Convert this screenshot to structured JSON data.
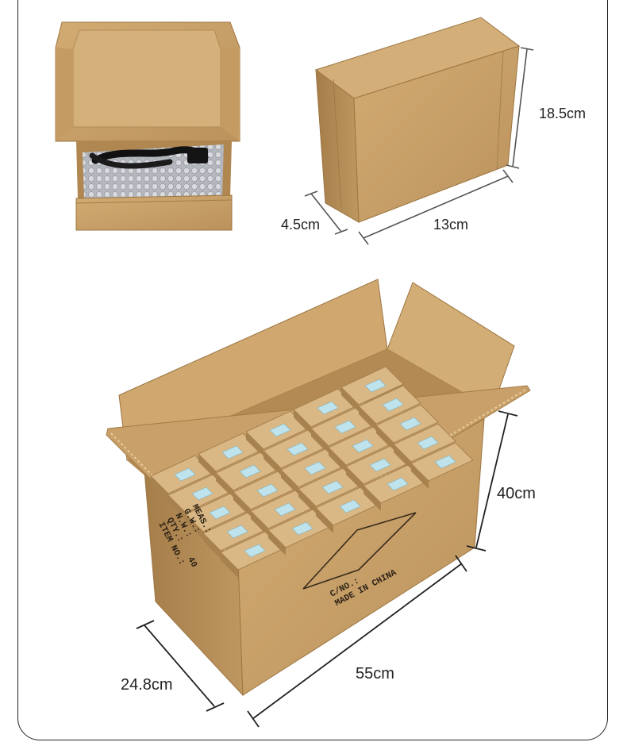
{
  "small_box": {
    "height_label": "18.5cm",
    "depth_label": "4.5cm",
    "width_label": "13cm"
  },
  "carton": {
    "height_label": "40cm",
    "width_label": "55cm",
    "depth_label": "24.8cm",
    "side_print": [
      "ITEM NO.:",
      "QTY.:",
      "N.W.:",
      "G.W.:",
      "MEAS.:"
    ],
    "side_qty": "40",
    "front_print": [
      "C/NO.:",
      "MADE IN CHINA"
    ]
  },
  "colors": {
    "cardboard": "#c9a26c",
    "cardboard_dark": "#a8824e",
    "cardboard_light": "#d9b886",
    "bubble": "#b9bcc2",
    "label": "#bfe3ec"
  }
}
